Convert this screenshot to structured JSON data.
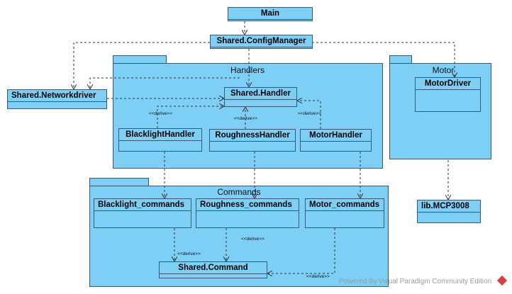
{
  "diagram": {
    "classes": {
      "main": "Main",
      "config_manager": "Shared.ConfigManager",
      "network_driver": "Shared.Networkdriver",
      "shared_handler": "Shared.Handler",
      "blacklight_handler": "BlacklightHandler",
      "roughness_handler": "RoughnessHandler",
      "motor_handler": "MotorHandler",
      "motor_driver": "MotorDriver",
      "blacklight_commands": "Blacklight_commands",
      "roughness_commands": "Roughness_commands",
      "motor_commands": "Motor_commands",
      "shared_command": "Shared.Command",
      "mcp3008": "lib.MCP3008"
    },
    "packages": {
      "handlers": "Handlers",
      "motor": "Motor",
      "commands": "Commands"
    },
    "stereotype": "<<derive>>"
  },
  "footer": {
    "text": "Powered By Visual Paradigm Community Edition"
  },
  "colors": {
    "fill": "#7ecff5",
    "border": "#3a5a72",
    "line": "#333333"
  }
}
